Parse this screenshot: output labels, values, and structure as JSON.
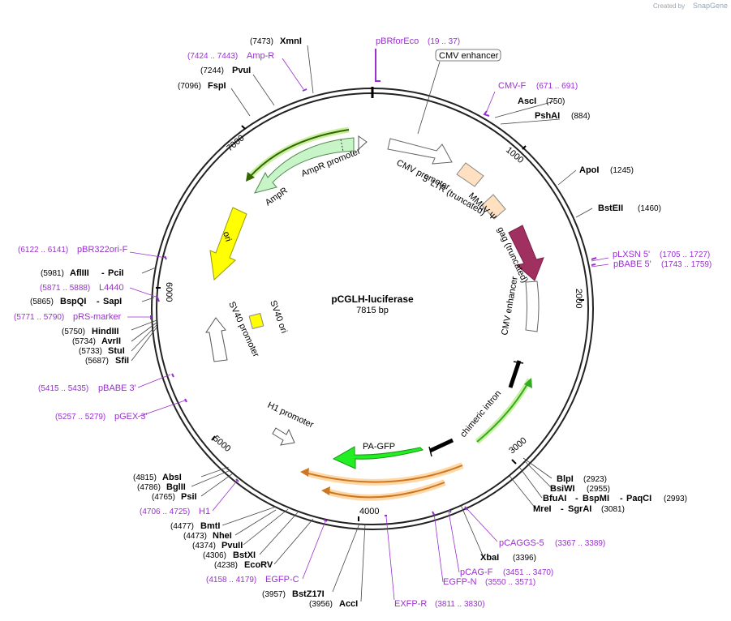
{
  "credit": {
    "prefix": "Created by",
    "brand": "SnapGene"
  },
  "plasmid": {
    "name": "pCGLH-luciferase",
    "size_label": "7815 bp"
  },
  "ticks": [
    "1000",
    "2000",
    "3000",
    "4000",
    "5000",
    "6000",
    "7000"
  ],
  "sites": {
    "xmni": {
      "num": "(7473)",
      "name": "XmnI"
    },
    "pvui": {
      "num": "(7244)",
      "name": "PvuI"
    },
    "fspi": {
      "num": "(7096)",
      "name": "FspI"
    },
    "asci": {
      "num": "(750)",
      "name": "AscI"
    },
    "pshai": {
      "num": "(884)",
      "name": "PshAI"
    },
    "apoi": {
      "num": "(1245)",
      "name": "ApoI"
    },
    "bsteii": {
      "num": "(1460)",
      "name": "BstEII"
    },
    "aflii": {
      "num": "(5981)",
      "name": "AflIII",
      "name2": "PciI"
    },
    "bspqi": {
      "num": "(5865)",
      "name": "BspQI",
      "name2": "SapI"
    },
    "hindiii": {
      "num": "(5750)",
      "name": "HindIII"
    },
    "avrii": {
      "num": "(5734)",
      "name": "AvrII"
    },
    "stui": {
      "num": "(5733)",
      "name": "StuI"
    },
    "sfii": {
      "num": "(5687)",
      "name": "SfiI"
    },
    "blpi": {
      "num": "(2923)",
      "name": "BlpI"
    },
    "bsiwi": {
      "num": "(2955)",
      "name": "BsiWI"
    },
    "bfuai": {
      "name": "BfuAI",
      "name2": "BspMI",
      "name3": "PaqCI",
      "num": "(2993)"
    },
    "mrei": {
      "name": "MreI",
      "name2": "SgrAI",
      "num": "(3081)"
    },
    "xbai": {
      "name": "XbaI",
      "num": "(3396)"
    },
    "absi": {
      "num": "(4815)",
      "name": "AbsI"
    },
    "bglii": {
      "num": "(4786)",
      "name": "BglII"
    },
    "psii": {
      "num": "(4765)",
      "name": "PsiI"
    },
    "bmti": {
      "num": "(4477)",
      "name": "BmtI"
    },
    "nhei": {
      "num": "(4473)",
      "name": "NheI"
    },
    "pvuii": {
      "num": "(4374)",
      "name": "PvuII"
    },
    "bstxi": {
      "num": "(4306)",
      "name": "BstXI"
    },
    "ecorv": {
      "num": "(4238)",
      "name": "EcoRV"
    },
    "bstz17i": {
      "num": "(3957)",
      "name": "BstZ17I"
    },
    "acci": {
      "num": "(3956)",
      "name": "AccI"
    }
  },
  "primers": {
    "pbrforeco": {
      "name": "pBRforEco",
      "range": "(19 .. 37)"
    },
    "ampr": {
      "range": "(7424 .. 7443)",
      "name": "Amp-R"
    },
    "cmvf": {
      "name": "CMV-F",
      "range": "(671 .. 691)"
    },
    "plxsn5": {
      "name": "pLXSN 5'",
      "range": "(1705 .. 1727)"
    },
    "pbabe5": {
      "name": "pBABE 5'",
      "range": "(1743 .. 1759)"
    },
    "pbr322ori": {
      "range": "(6122 .. 6141)",
      "name": "pBR322ori-F"
    },
    "l4440": {
      "range": "(5871 .. 5888)",
      "name": "L4440"
    },
    "prsmarker": {
      "range": "(5771 .. 5790)",
      "name": "pRS-marker"
    },
    "pbabe3": {
      "range": "(5415 .. 5435)",
      "name": "pBABE 3'"
    },
    "pgex3": {
      "range": "(5257 .. 5279)",
      "name": "pGEX 3'"
    },
    "pcaggs5": {
      "name": "pCAGGS-5",
      "range": "(3367 .. 3389)"
    },
    "pcagf": {
      "name": "pCAG-F",
      "range": "(3451 .. 3470)"
    },
    "egfpn": {
      "name": "EGFP-N",
      "range": "(3550 .. 3571)"
    },
    "exfpr": {
      "name": "EXFP-R",
      "range": "(3811 .. 3830)"
    },
    "h1": {
      "range": "(4706 .. 4725)",
      "name": "H1"
    },
    "egfpc": {
      "range": "(4158 .. 4179)",
      "name": "EGFP-C"
    }
  },
  "features": {
    "cmv_enhancer_box": "CMV enhancer",
    "cmv_promoter": "CMV promoter",
    "ltr": "5' LTR (truncated)",
    "mmlv": "MMLV Ψ",
    "gag": "gag (truncated)",
    "cmv_enhancer": "CMV enhancer",
    "chimeric_intron": "chimeric intron",
    "pagfp": "PA-GFP",
    "h1_promoter": "H1 promoter",
    "sv40_promoter": "SV40 promoter",
    "sv40_ori": "SV40 ori",
    "ori": "ori",
    "ampr": "AmpR",
    "ampr_promoter": "AmpR promoter"
  },
  "colors": {
    "primer": "#9a2fd0",
    "ampr_fill": "#c8f5c8",
    "green_arrow": "#33aa22",
    "ori_fill": "#ffff00",
    "sv40ori_fill": "#ffff00",
    "ltr_fill": "#ffe0c0",
    "gag_fill": "#a03060",
    "pagfp_fill": "#22ee22",
    "orange_arrow": "#cc7722"
  }
}
